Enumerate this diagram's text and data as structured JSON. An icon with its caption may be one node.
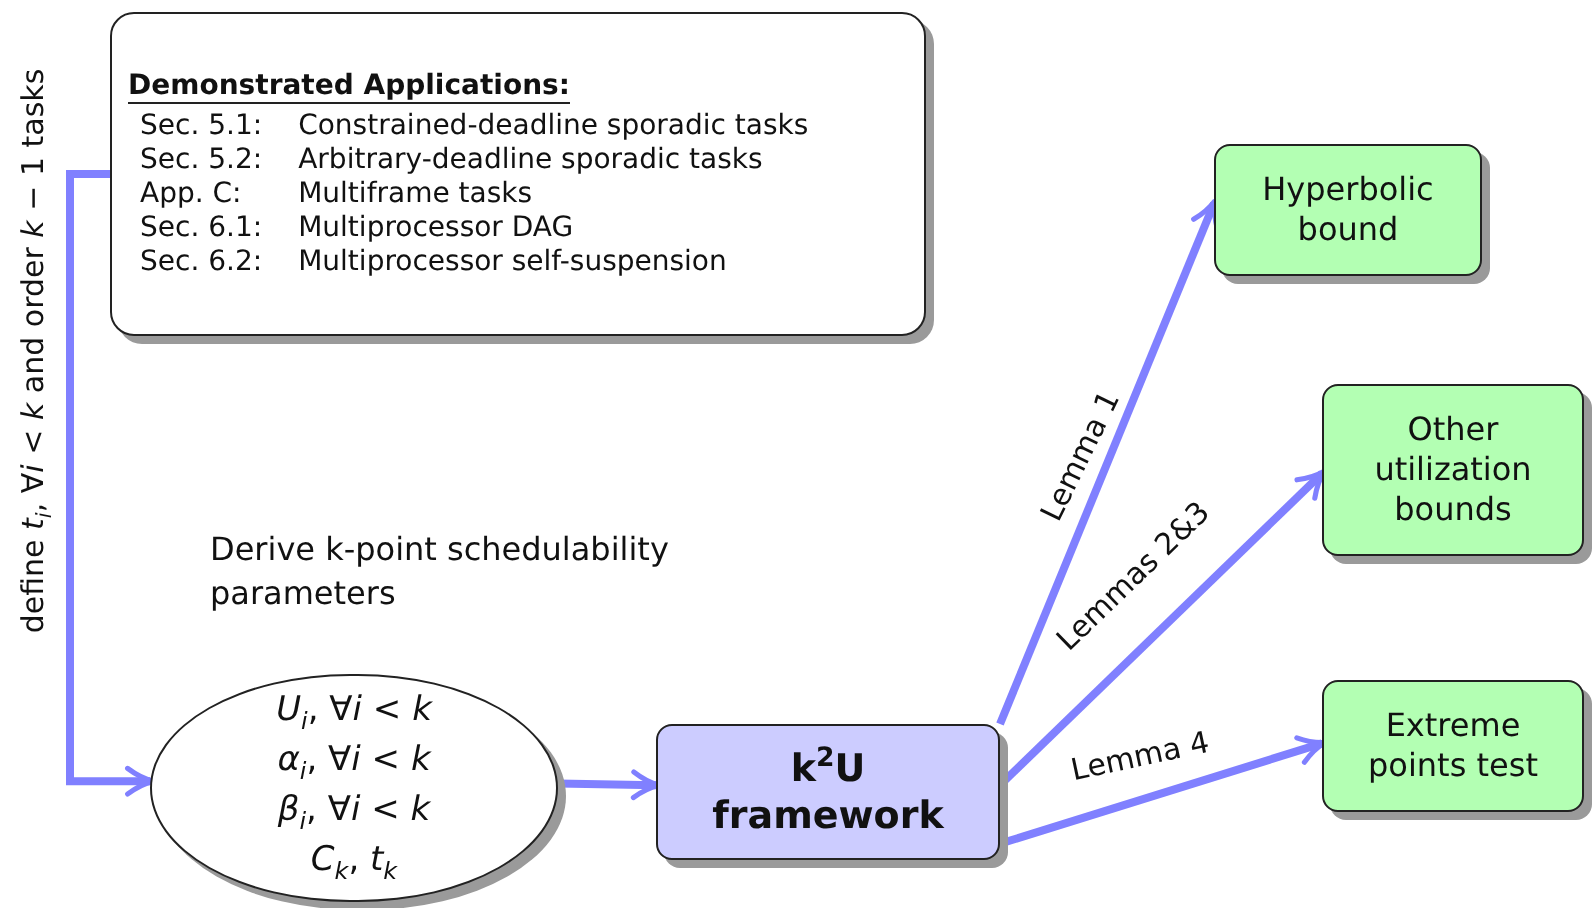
{
  "diagram": {
    "nodes": [
      {
        "text": [
          "Demonstrated Applications:",
          "Sec. 5.1:",
          "Constrained-deadline sporadic tasks",
          "Sec. 5.2:",
          "Arbitrary-deadline sporadic tasks",
          "App. C:",
          "Multiframe tasks",
          "Sec. 6.1:",
          "Multiprocessor DAG",
          "Sec. 6.2:",
          "Multiprocessor self-suspension"
        ]
      },
      {
        "text": [
          "*U*$_{i}$, ∀*i* < *k*",
          "*α*$_{i}$, ∀*i* < *k*",
          "*β*$_{i}$, ∀*i* < *k*",
          "*C*$_{k}$, *t*$_{k}$"
        ],
        "beside": [
          "Derive k-point schedulability parameters"
        ]
      },
      {
        "text": [
          "k$^{2}$U framework"
        ]
      },
      {
        "text": [
          "Hyperbolic bound"
        ]
      },
      {
        "text": [
          "Other utilization bounds"
        ]
      },
      {
        "text": [
          "Extreme points test"
        ]
      }
    ],
    "edges": [
      {
        "from": 0,
        "to": 1,
        "arrow": "to",
        "label": "define *t*$_{i}$, ∀*i* < *k* and order *k* − 1 tasks"
      },
      {
        "from": 1,
        "to": 2,
        "arrow": "to"
      },
      {
        "from": 2,
        "to": 3,
        "arrow": "to",
        "label": "Lemma 1"
      },
      {
        "from": 2,
        "to": 4,
        "arrow": "to",
        "label": "Lemmas 2&3"
      },
      {
        "from": 2,
        "to": 5,
        "arrow": "to",
        "label": "Lemma 4"
      }
    ]
  }
}
